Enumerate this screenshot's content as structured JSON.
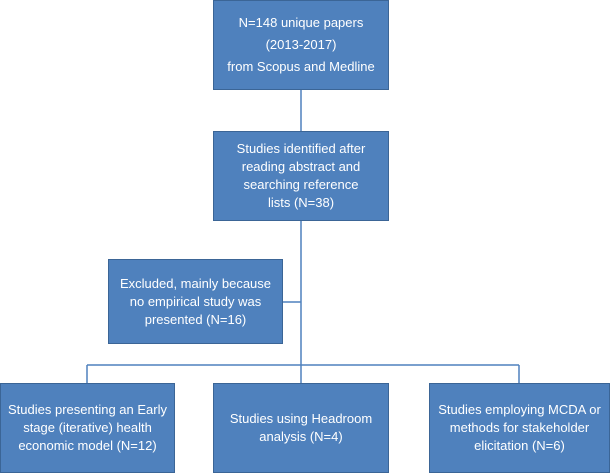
{
  "flowchart": {
    "source": {
      "lines": [
        "N=148 unique papers",
        "(2013-2017)",
        "from Scopus and Medline"
      ]
    },
    "identified": {
      "lines": [
        "Studies identified after",
        "reading abstract and",
        "searching reference",
        "lists (N=38)"
      ]
    },
    "excluded": {
      "lines": [
        "Excluded, mainly because",
        "no empirical study was",
        "presented (N=16)"
      ]
    },
    "outcomes": [
      {
        "lines": [
          "Studies presenting an Early",
          "stage (iterative) health",
          "economic model (N=12)"
        ]
      },
      {
        "lines": [
          "Studies using Headroom",
          "analysis (N=4)"
        ]
      },
      {
        "lines": [
          "Studies employing MCDA or",
          "methods for stakeholder",
          "elicitation (N=6)"
        ]
      }
    ],
    "colors": {
      "box_fill": "#4f81bd",
      "box_border": "#3b6596",
      "text": "#ffffff",
      "connector": "#4f81bd"
    }
  }
}
